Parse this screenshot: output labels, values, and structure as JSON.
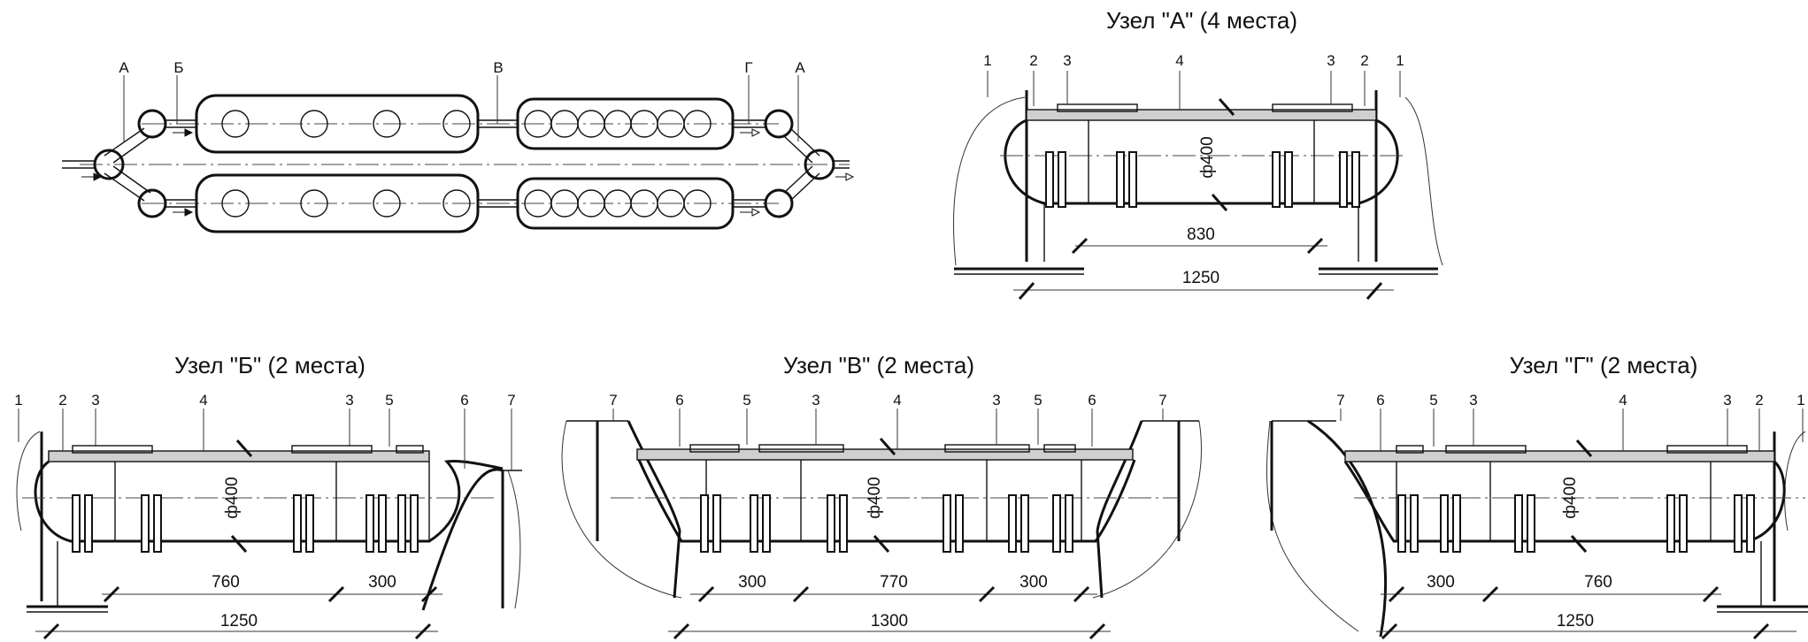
{
  "scheme": {
    "labels": [
      "А",
      "Б",
      "В",
      "Г",
      "А"
    ]
  },
  "nodes": [
    {
      "title": "Узел \"А\" (4 места)",
      "pos_labels": [
        "1",
        "2",
        "3",
        "4",
        "3",
        "2",
        "1"
      ],
      "diameter": "ф400",
      "dims": [
        "830",
        "1250"
      ]
    },
    {
      "title": "Узел \"Б\" (2 места)",
      "pos_labels": [
        "1",
        "2",
        "3",
        "4",
        "3",
        "5",
        "6",
        "7"
      ],
      "diameter": "ф400",
      "dims": [
        "760",
        "300",
        "1250"
      ]
    },
    {
      "title": "Узел \"В\" (2 места)",
      "pos_labels": [
        "7",
        "6",
        "5",
        "3",
        "4",
        "3",
        "5",
        "6",
        "7"
      ],
      "diameter": "ф400",
      "dims": [
        "300",
        "770",
        "300",
        "1300"
      ]
    },
    {
      "title": "Узел \"Г\" (2 места)",
      "pos_labels": [
        "7",
        "6",
        "5",
        "3",
        "4",
        "3",
        "2",
        "1"
      ],
      "diameter": "ф400",
      "dims": [
        "300",
        "760",
        "1250"
      ]
    }
  ]
}
